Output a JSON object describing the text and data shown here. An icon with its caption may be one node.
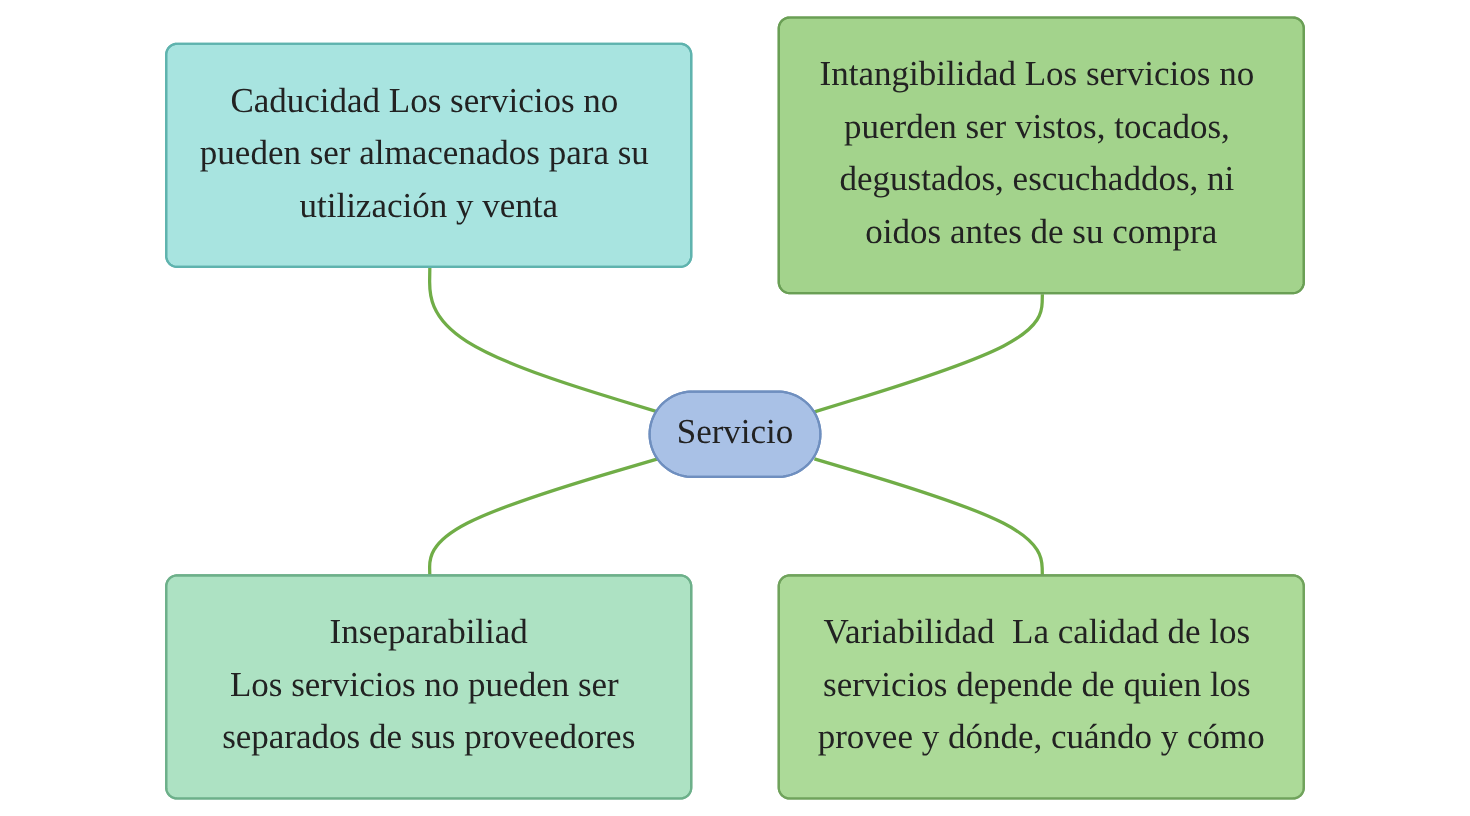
{
  "diagram": {
    "nodes": [
      {
        "text": [
          "Caducidad Los servicios no pueden ser almacenados para su utilización y venta"
        ]
      },
      {
        "text": [
          "Intangibilidad Los servicios no puerden ser vistos, tocados, degustados, escuchaddos, ni oidos antes de su compra"
        ]
      },
      {
        "text": [
          "Servicio"
        ]
      },
      {
        "text": [
          "Inseparabiliad",
          "Los servicios no pueden ser separados de sus proveedores"
        ]
      },
      {
        "text": [
          "Variabilidad  La calidad de los servicios depende de quien los provee y dónde, cuándo y cómo"
        ]
      }
    ],
    "edges": [
      {
        "from": 0,
        "to": 2,
        "arrow": "none"
      },
      {
        "from": 1,
        "to": 2,
        "arrow": "none"
      },
      {
        "from": 2,
        "to": 3,
        "arrow": "none"
      },
      {
        "from": 2,
        "to": 4,
        "arrow": "none"
      }
    ]
  }
}
